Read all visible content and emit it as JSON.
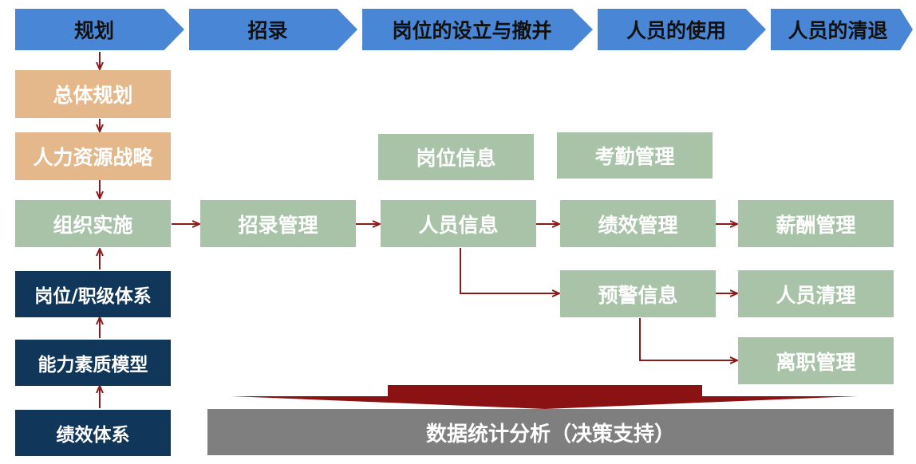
{
  "colors": {
    "chevron": "#4a86d6",
    "planning_box": "#e5b88c",
    "process_box": "#a9c3a9",
    "system_box": "#10365a",
    "analysis_bar": "#7f7f7f",
    "arrow": "#8b1a1a"
  },
  "stages": [
    "规划",
    "招录",
    "岗位的设立与撤并",
    "人员的使用",
    "人员的清退"
  ],
  "planning": {
    "overall": "总体规划",
    "strategy": "人力资源战略",
    "implementation": "组织实施"
  },
  "systems": {
    "position_rank": "岗位/职级体系",
    "competency_model": "能力素质模型",
    "performance_system": "绩效体系"
  },
  "modules": {
    "recruitment": "招录管理",
    "personnel_info": "人员信息",
    "position_info": "岗位信息",
    "attendance": "考勤管理",
    "performance": "绩效管理",
    "salary": "薪酬管理",
    "warning": "预警信息",
    "cleanup": "人员清理",
    "resignation": "离职管理"
  },
  "analysis": "数据统计分析（决策支持）"
}
